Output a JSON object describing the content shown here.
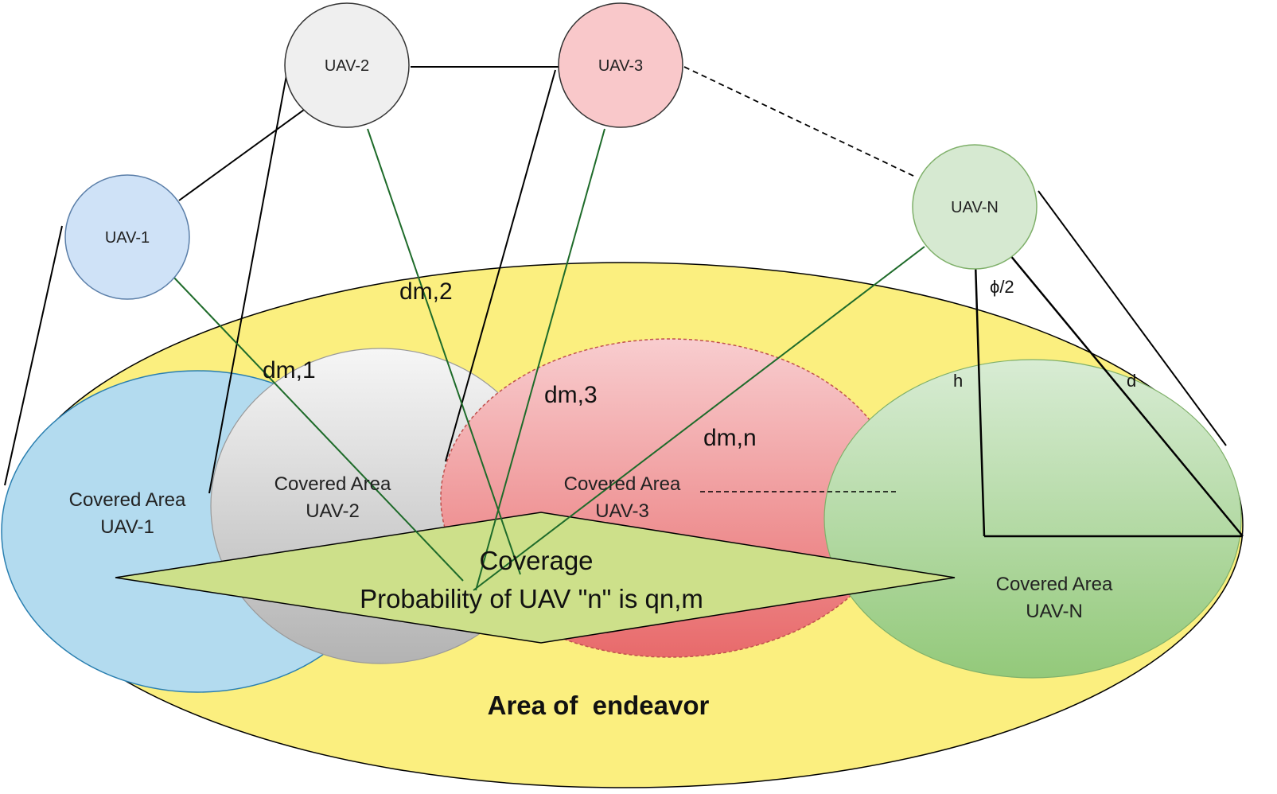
{
  "colors": {
    "endeavor_fill": "#fbef7f",
    "uav1_fill": "#cfe2f7",
    "uav2_fill": "#efefef",
    "uav3_fill": "#f9c8ca",
    "uavn_fill": "#d6e9d1",
    "coverage_fill": "#cde08a",
    "link_line": "#000000",
    "beam_line": "#1e6b2a"
  },
  "uavs": [
    {
      "id": "uav1",
      "label": "UAV-1"
    },
    {
      "id": "uav2",
      "label": "UAV-2"
    },
    {
      "id": "uav3",
      "label": "UAV-3"
    },
    {
      "id": "uavn",
      "label": "UAV-N"
    }
  ],
  "covered_areas": [
    {
      "line1": "Covered Area",
      "line2": "UAV-1"
    },
    {
      "line1": "Covered Area",
      "line2": "UAV-2"
    },
    {
      "line1": "Covered Area",
      "line2": "UAV-3"
    },
    {
      "line1": "Covered Area",
      "line2": "UAV-N"
    }
  ],
  "distances": {
    "d1": "dm,1",
    "d2": "dm,2",
    "d3": "dm,3",
    "dn": "dm,n"
  },
  "geometry_labels": {
    "angle": "ϕ/2",
    "height": "h",
    "distance": "d"
  },
  "coverage": {
    "line1": "Coverage",
    "line2": "Probability of UAV \"n\" is qn,m"
  },
  "area_title": "Area of  endeavor"
}
